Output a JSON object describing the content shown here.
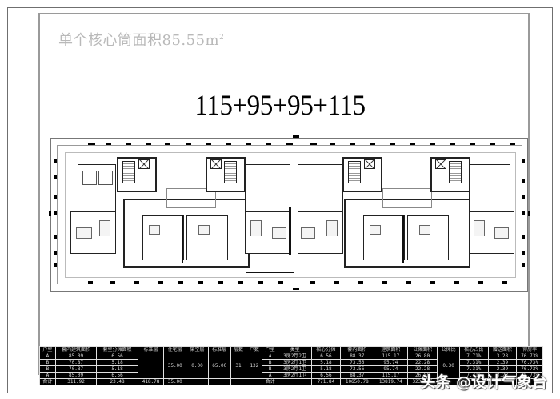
{
  "drawing": {
    "core_area_note": "单个核心筒面积85.55",
    "core_area_unit": "m",
    "core_area_unit_sup": "2",
    "unit_combo_title": "115+95+95+115"
  },
  "summary_table": {
    "left_headers": [
      "户型",
      "套内建筑面积",
      "套型分摊面积",
      "标准层",
      "住宅层",
      "架空层",
      "标准层",
      "层数",
      "户数"
    ],
    "left_rows": [
      {
        "type": "A",
        "inner_area": "85.09",
        "shared_area": "6.56"
      },
      {
        "type": "B",
        "inner_area": "70.87",
        "shared_area": "5.18"
      },
      {
        "type": "B",
        "inner_area": "70.87",
        "shared_area": "5.18"
      },
      {
        "type": "A",
        "inner_area": "85.09",
        "shared_area": "6.56"
      }
    ],
    "left_merged": {
      "col4": "",
      "col5": "35.00",
      "col6": "0.00",
      "col7": "65.00",
      "col8": "31",
      "col9": "132"
    },
    "left_total": {
      "label": "合计",
      "inner_area": "311.92",
      "shared_area": "23.48",
      "col4": "418.78",
      "col5": "35.00"
    },
    "right_headers": [
      "户型",
      "类型",
      "核心分摊",
      "套内面积",
      "建筑面积",
      "公摊面积",
      "公摊比",
      "核心占比",
      "赠送面积",
      "得房率"
    ],
    "right_rows": [
      {
        "type": "A",
        "layout": "3房2厅2卫",
        "core_share": "6.56",
        "inner": "88.37",
        "gross": "115.17",
        "common": "26.80",
        "core_ratio": "7.71%",
        "gift": "3.28",
        "efficiency": "76.73%"
      },
      {
        "type": "B",
        "layout": "3房2厅1卫",
        "core_share": "5.18",
        "inner": "73.56",
        "gross": "95.74",
        "common": "22.28",
        "core_ratio": "7.31%",
        "gift": "2.39",
        "efficiency": "76.73%"
      },
      {
        "type": "B",
        "layout": "3房2厅1卫",
        "core_share": "5.18",
        "inner": "73.56",
        "gross": "95.74",
        "common": "22.28",
        "core_ratio": "7.31%",
        "gift": "2.39",
        "efficiency": "76.73%"
      },
      {
        "type": "A",
        "layout": "3房2厅1卫",
        "core_share": "6.56",
        "inner": "88.37",
        "gross": "115.17",
        "common": "26.80",
        "core_ratio": "7.71%",
        "gift": "3.28",
        "efficiency": "76.73%"
      }
    ],
    "right_merged": {
      "common_ratio": "0.30"
    },
    "right_total": {
      "label": "合计",
      "core_share": "771.84",
      "inner": "10650.78",
      "gross": "13819.74",
      "common": "3238.96"
    }
  },
  "watermark": "头条 @设计气象台"
}
